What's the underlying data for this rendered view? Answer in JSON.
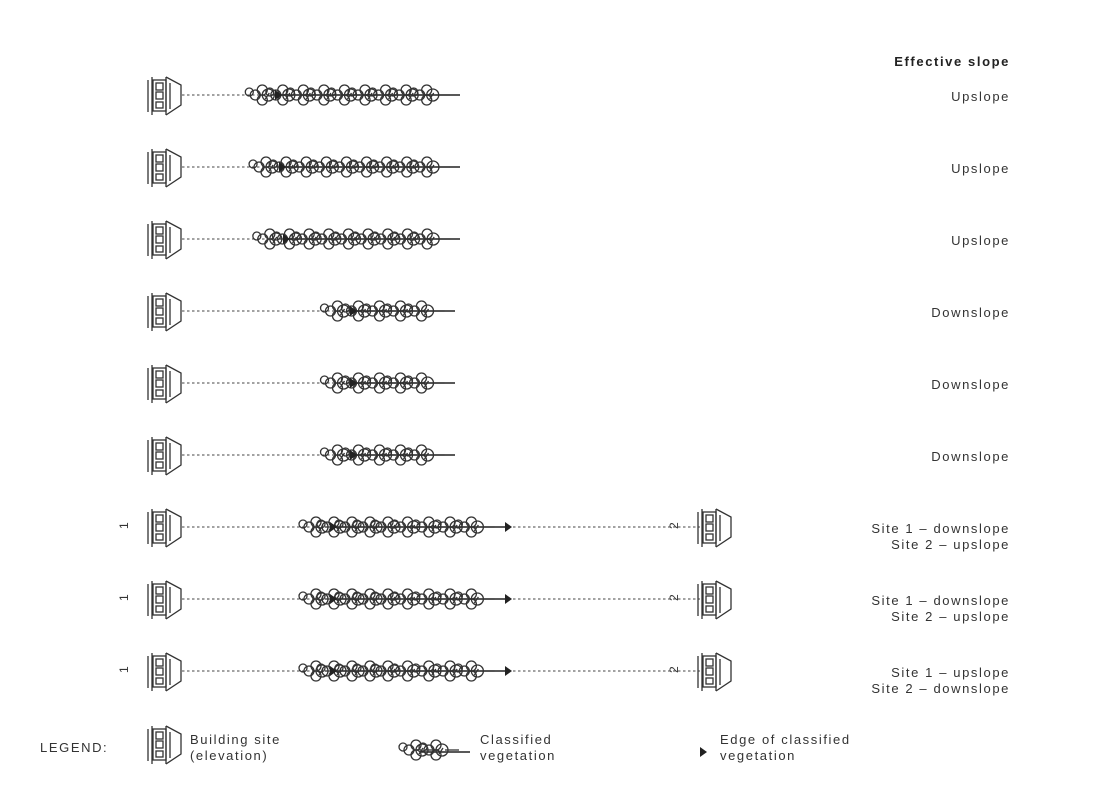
{
  "header": {
    "title": "Effective slope"
  },
  "rows": [
    {
      "label_lines": [
        "Upslope"
      ]
    },
    {
      "label_lines": [
        "Upslope"
      ]
    },
    {
      "label_lines": [
        "Upslope"
      ]
    },
    {
      "label_lines": [
        "Downslope"
      ]
    },
    {
      "label_lines": [
        "Downslope"
      ]
    },
    {
      "label_lines": [
        "Downslope"
      ]
    },
    {
      "label_lines": [
        "Site 1 – downslope",
        "Site 2 – upslope"
      ],
      "site1": "1",
      "site2": "2"
    },
    {
      "label_lines": [
        "Site 1 – downslope",
        "Site 2 – upslope"
      ],
      "site1": "1",
      "site2": "2"
    },
    {
      "label_lines": [
        "Site 1 – upslope",
        "Site 2 – downslope"
      ],
      "site1": "1",
      "site2": "2"
    }
  ],
  "legend": {
    "title": "LEGEND:",
    "building_lines": [
      "Building site",
      "(elevation)"
    ],
    "vegetation_lines": [
      "Classified",
      "vegetation"
    ],
    "edge_lines": [
      "Edge of classified",
      "vegetation"
    ]
  },
  "icons": {
    "building": "house-elevation-icon",
    "vegetation": "tree-cluster-icon",
    "edge": "triangle-marker-icon"
  }
}
